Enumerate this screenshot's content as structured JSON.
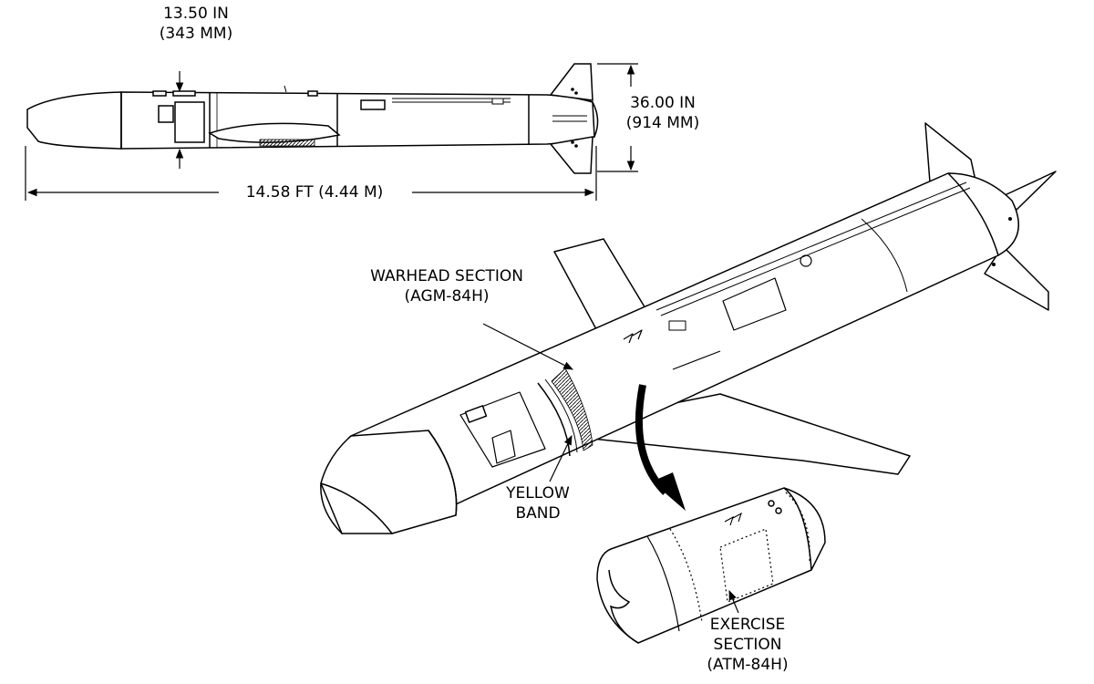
{
  "dimensions": {
    "diameter": {
      "line1": "13.50 IN",
      "line2": "(343 MM)"
    },
    "fin_span": {
      "line1": "36.00 IN",
      "line2": "(914 MM)"
    },
    "length": "14.58 FT (4.44 M)"
  },
  "callouts": {
    "warhead": {
      "line1": "WARHEAD SECTION",
      "line2": "(AGM-84H)"
    },
    "yellow_band": {
      "line1": "YELLOW",
      "line2": "BAND"
    },
    "exercise": {
      "line1": "EXERCISE",
      "line2": "SECTION",
      "line3": "(ATM-84H)"
    }
  },
  "colors": {
    "ink": "#000000",
    "paper": "#ffffff",
    "shade": "#999999"
  }
}
